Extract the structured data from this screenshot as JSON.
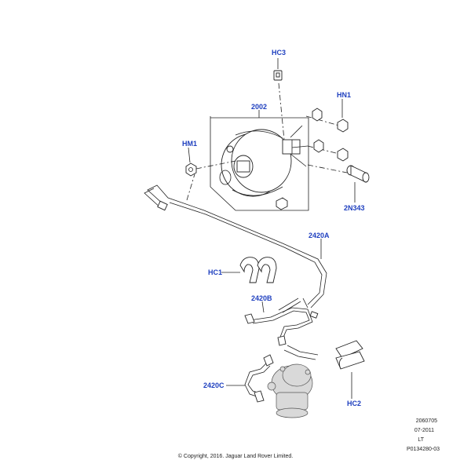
{
  "callouts": {
    "hc3": "HC3",
    "n2002": "2002",
    "hn1": "HN1",
    "hm1": "HM1",
    "n2n343": "2N343",
    "n2420a": "2420A",
    "hc1": "HC1",
    "n2420b": "2420B",
    "n2420c": "2420C",
    "hc2": "HC2"
  },
  "drawing_info": {
    "date_code": "2060705",
    "revision": "07-2011",
    "initials": "LT",
    "part_ref": "P0134280-03"
  },
  "copyright": "© Copyright, 2016. Jaguar Land Rover Limited.",
  "colors": {
    "callout": "#1e3fbf",
    "line": "#222222"
  }
}
